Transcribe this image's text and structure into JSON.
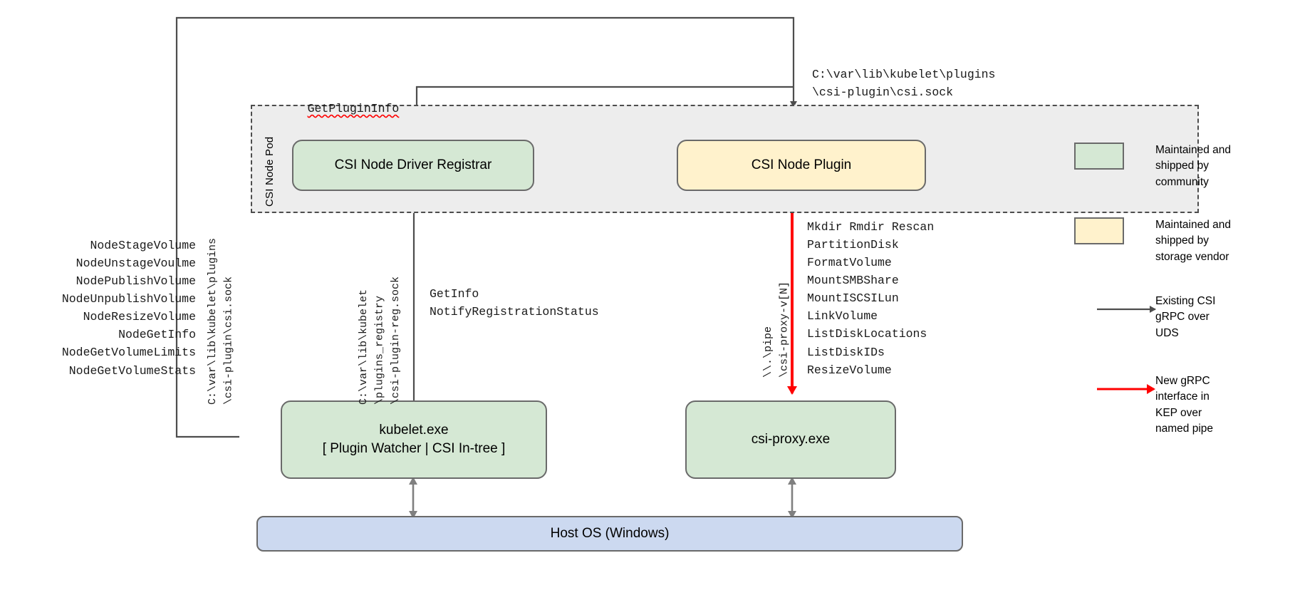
{
  "diagram": {
    "title": "CSI Proxy architecture on Windows",
    "pod": {
      "label": "CSI Node Pod"
    },
    "nodes": {
      "registrar": {
        "label": "CSI Node Driver Registrar",
        "fill": "#d5e8d4"
      },
      "node_plugin": {
        "label": "CSI Node Plugin",
        "fill": "#fff2cc"
      },
      "kubelet": {
        "line1": "kubelet.exe",
        "line2": "[ Plugin Watcher | CSI In-tree ]",
        "fill": "#d5e8d4"
      },
      "csi_proxy": {
        "label": "csi-proxy.exe",
        "fill": "#d5e8d4"
      },
      "host_os": {
        "label": "Host OS (Windows)",
        "fill": "#ccd9f0"
      }
    },
    "labels": {
      "get_plugin_info": "GetPluginInfo",
      "plugin_sock_path": "C:\\var\\lib\\kubelet\\plugins\n\\csi-plugin\\csi.sock",
      "node_rpcs": "NodeStageVolume\nNodeUnstageVoulme\nNodePublishVolume\nNodeUnpublishVolume\nNodeResizeVolume\nNodeGetInfo\nNodeGetVolumeLimits\nNodeGetVolumeStats",
      "kubelet_csi_sock_rot": "C:\\var\\lib\\kubelet\\plugins\n\\csi-plugin\\csi.sock",
      "registry_sock_rot": "C:\\var\\lib\\kubelet\n\\plugins_registry\n\\csi-plugin-reg.sock",
      "registration_rpcs": "GetInfo\nNotifyRegistrationStatus",
      "named_pipe_rot": "\\\\.\\pipe\n\\csi-proxy-v[N]",
      "proxy_rpcs": "Mkdir Rmdir Rescan\nPartitionDisk\nFormatVolume\nMountSMBShare\nMountISCSILun\nLinkVolume\nListDiskLocations\nListDiskIDs\nResizeVolume"
    },
    "legend": {
      "items": [
        {
          "kind": "swatch",
          "color": "#d5e8d4",
          "text": "Maintained and\nshipped by\ncommunity"
        },
        {
          "kind": "swatch",
          "color": "#fff2cc",
          "text": "Maintained and\nshipped by\nstorage vendor"
        },
        {
          "kind": "arrow",
          "color": "#4d4d4d",
          "text": "Existing CSI\ngRPC over\nUDS"
        },
        {
          "kind": "arrow",
          "color": "#ff0000",
          "text": "New gRPC\ninterface in\nKEP over\nnamed pipe"
        }
      ]
    },
    "colors": {
      "green": "#d5e8d4",
      "yellow": "#fff2cc",
      "blue": "#ccd9f0",
      "pod_bg": "#ededed",
      "stroke": "#4d4d4d",
      "red": "#ff0000",
      "gray_arrow": "#808080"
    }
  }
}
